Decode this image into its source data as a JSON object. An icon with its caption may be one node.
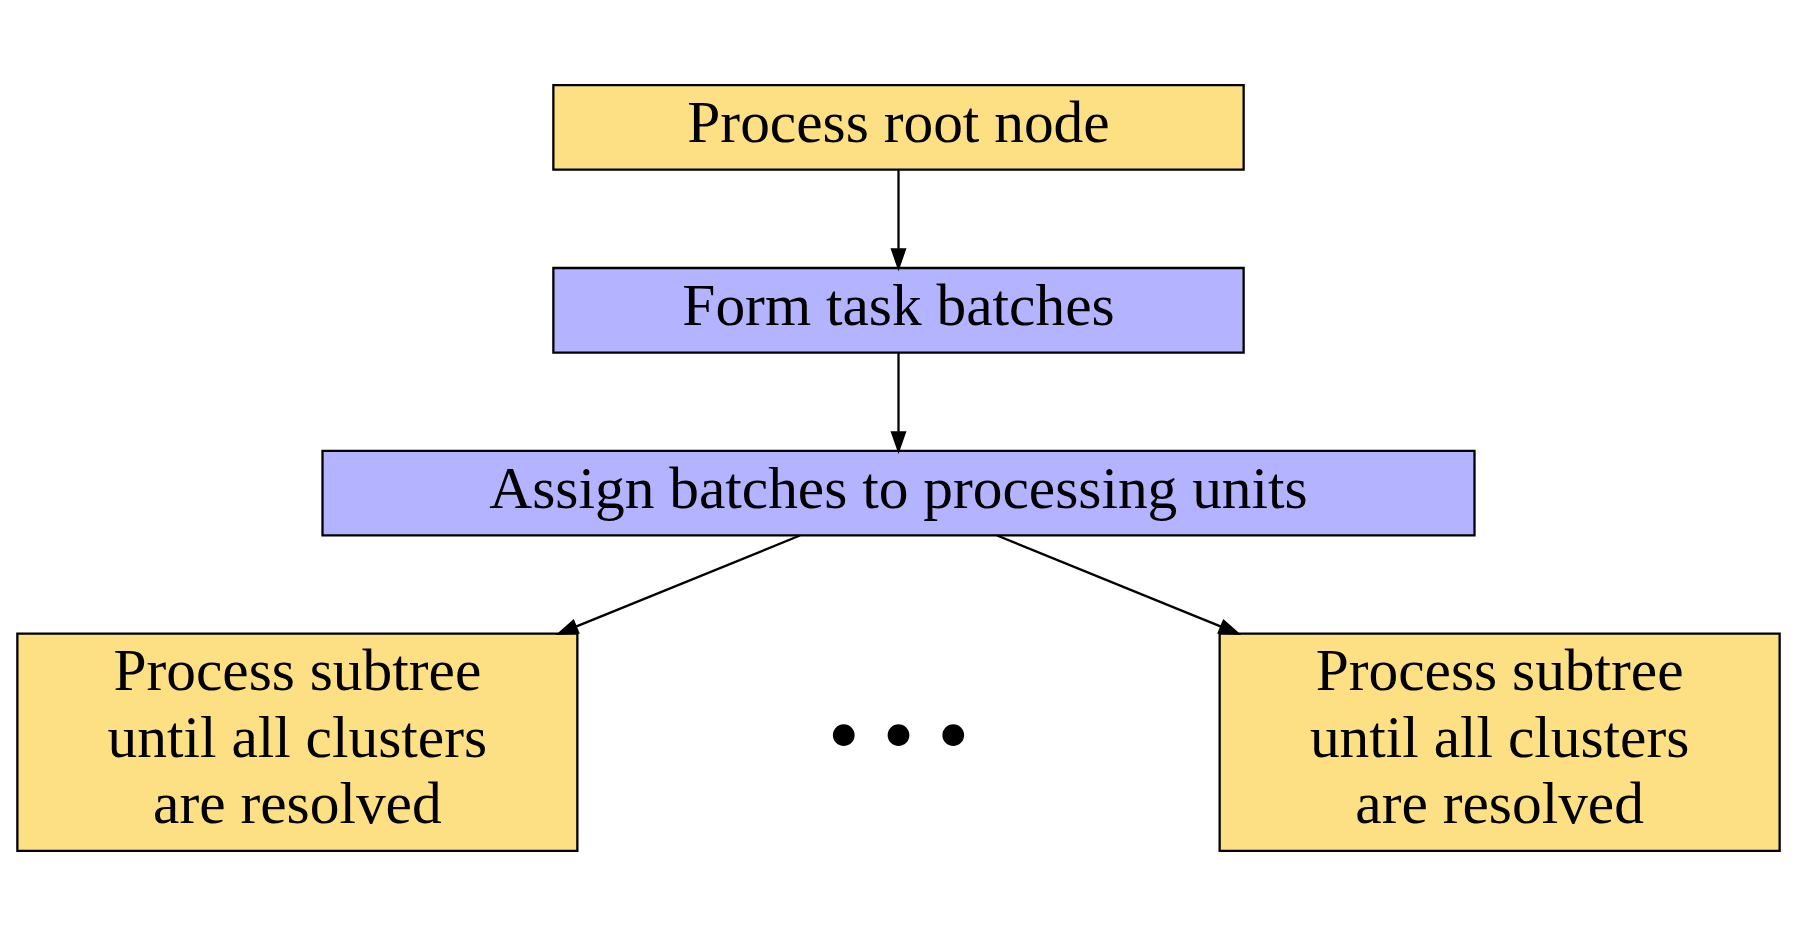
{
  "diagram": {
    "nodes": [
      {
        "text": [
          "Process root node"
        ]
      },
      {
        "text": [
          "Form task batches"
        ]
      },
      {
        "text": [
          "Assign batches to processing units"
        ]
      },
      {
        "text": [
          "Process subtree until all clusters are resolved"
        ]
      },
      {
        "text": [
          "Process subtree until all clusters are resolved"
        ]
      }
    ],
    "edges": [
      {
        "from": 0,
        "to": 1,
        "arrow": "to"
      },
      {
        "from": 1,
        "to": 2,
        "arrow": "to"
      },
      {
        "from": 2,
        "to": 3,
        "arrow": "to"
      },
      {
        "from": 2,
        "to": 4,
        "arrow": "to"
      }
    ],
    "labels": [
      "• • •"
    ]
  }
}
